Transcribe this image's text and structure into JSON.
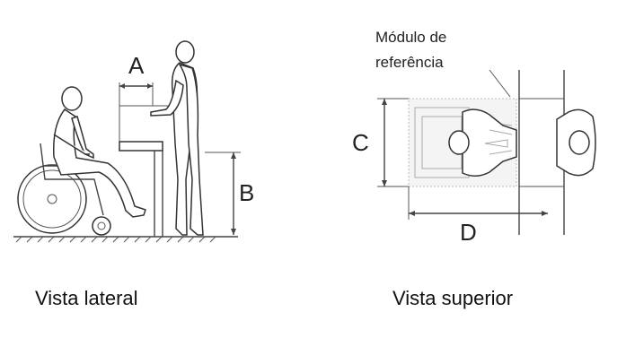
{
  "left_view": {
    "caption": "Vista lateral",
    "dim_a": "A",
    "dim_b": "B"
  },
  "right_view": {
    "caption": "Vista superior",
    "module_line1": "Módulo de",
    "module_line2": "referência",
    "dim_c": "C",
    "dim_d": "D"
  }
}
